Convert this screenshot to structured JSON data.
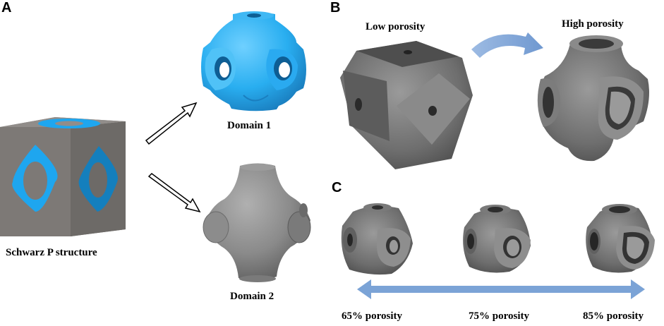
{
  "panels": {
    "a": {
      "label": "A",
      "structure_caption": "Schwarz P structure",
      "domain1_caption": "Domain 1",
      "domain2_caption": "Domain 2"
    },
    "b": {
      "label": "B",
      "low_caption": "Low porosity",
      "high_caption": "High porosity"
    },
    "c": {
      "label": "C",
      "captions": [
        "65% porosity",
        "75% porosity",
        "85% porosity"
      ]
    }
  },
  "colors": {
    "domain1": "#29aef0",
    "domain1_dark": "#1586c4",
    "gray_solid": "#808080",
    "gray_dark": "#5a5a5a",
    "arrow_blue": "#7ba3d6"
  }
}
